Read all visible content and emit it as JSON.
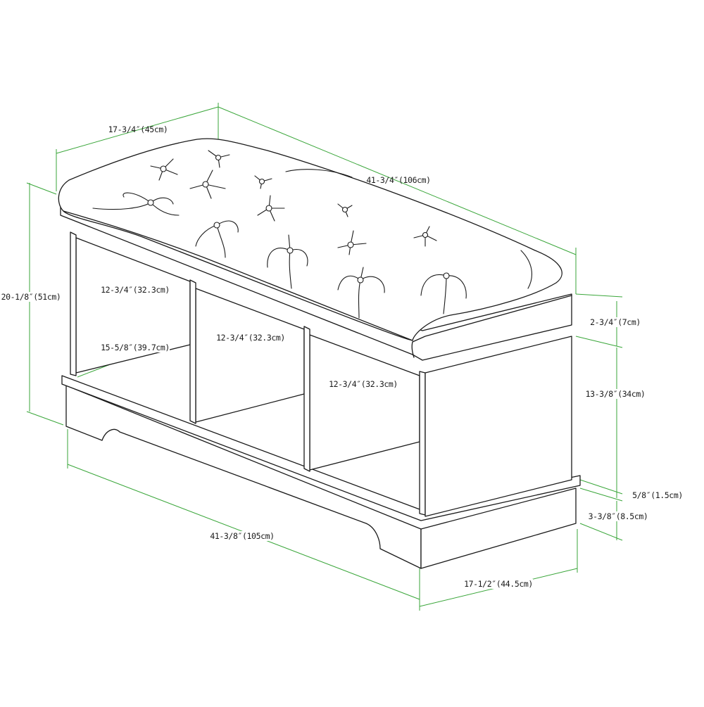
{
  "dimensions": {
    "seat_depth": "17-3/4″(45cm)",
    "seat_width": "41-3/4″(106cm)",
    "overall_height": "20-1/8″(51cm)",
    "cubby_width_left": "12-3/4″(32.3cm)",
    "cubby_width_middle": "12-3/4″(32.3cm)",
    "cubby_width_right": "12-3/4″(32.3cm)",
    "cubby_depth": "15-5/8″(39.7cm)",
    "cushion_height": "2-3/4″(7cm)",
    "cubby_height": "13-3/8″(34cm)",
    "shelf_thickness": "5/8″(1.5cm)",
    "base_height": "3-3/8″(8.5cm)",
    "base_width": "41-3/8″(105cm)",
    "base_depth": "17-1/2″(44.5cm)"
  }
}
